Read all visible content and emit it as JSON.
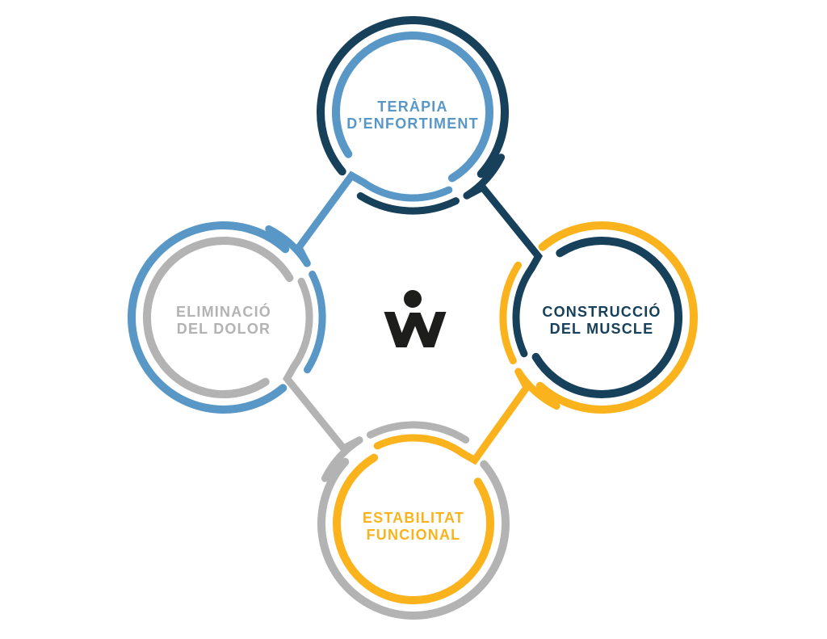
{
  "page": {
    "background": "#FFFFFF"
  },
  "colors": {
    "navy": "#17405B",
    "blue": "#5897C6",
    "yellow": "#FAB31D",
    "gray": "#B3B3B3",
    "logo": "#1D1D1B"
  },
  "logo": {
    "glyph": "W",
    "has_dot": true
  },
  "nodes": [
    {
      "id": "strength-therapy",
      "line1": "TERÀPIA",
      "line2": "D’ENFORTIMENT",
      "text_color": "blue",
      "outer": "navy",
      "inner": "blue"
    },
    {
      "id": "pain-elimination",
      "line1": "ELIMINACIÓ",
      "line2": "DEL DOLOR",
      "text_color": "gray",
      "outer": "blue",
      "inner": "gray"
    },
    {
      "id": "muscle-building",
      "line1": "CONSTRUCCIÓ",
      "line2": "DEL MUSCLE",
      "text_color": "navy",
      "outer": "yellow",
      "inner": "navy"
    },
    {
      "id": "functional-stability",
      "line1": "ESTABILITAT",
      "line2": "FUNCIONAL",
      "text_color": "yellow",
      "outer": "gray",
      "inner": "yellow"
    }
  ],
  "connectors": [
    {
      "from": "strength-therapy",
      "to": "pain-elimination",
      "color": "blue"
    },
    {
      "from": "muscle-building",
      "to": "strength-therapy",
      "color": "navy"
    },
    {
      "from": "pain-elimination",
      "to": "functional-stability",
      "color": "gray"
    },
    {
      "from": "functional-stability",
      "to": "muscle-building",
      "color": "yellow"
    }
  ]
}
